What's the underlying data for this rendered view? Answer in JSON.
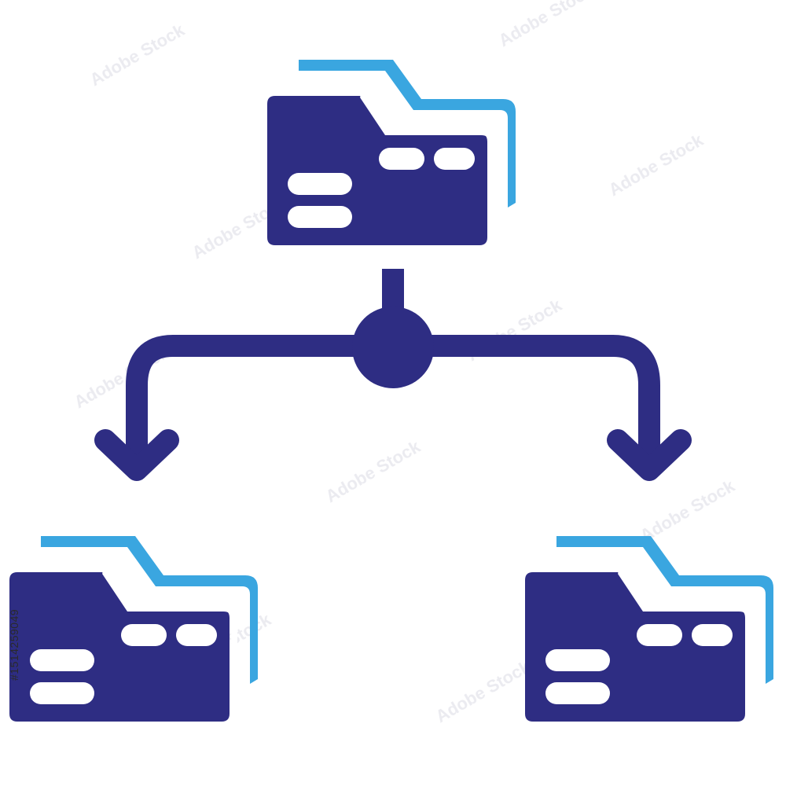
{
  "icon": {
    "name": "folder-hierarchy-icon",
    "colors": {
      "primary": "#2e2d83",
      "accent": "#3aa6e0",
      "detail": "#ffffff",
      "background": "#ffffff"
    },
    "parts": [
      "parent-folder",
      "connector-split",
      "left-arrow",
      "right-arrow",
      "child-folder-left",
      "child-folder-right"
    ]
  },
  "watermark": {
    "brand": "Adobe Stock",
    "stock_id": "#1514259049"
  }
}
